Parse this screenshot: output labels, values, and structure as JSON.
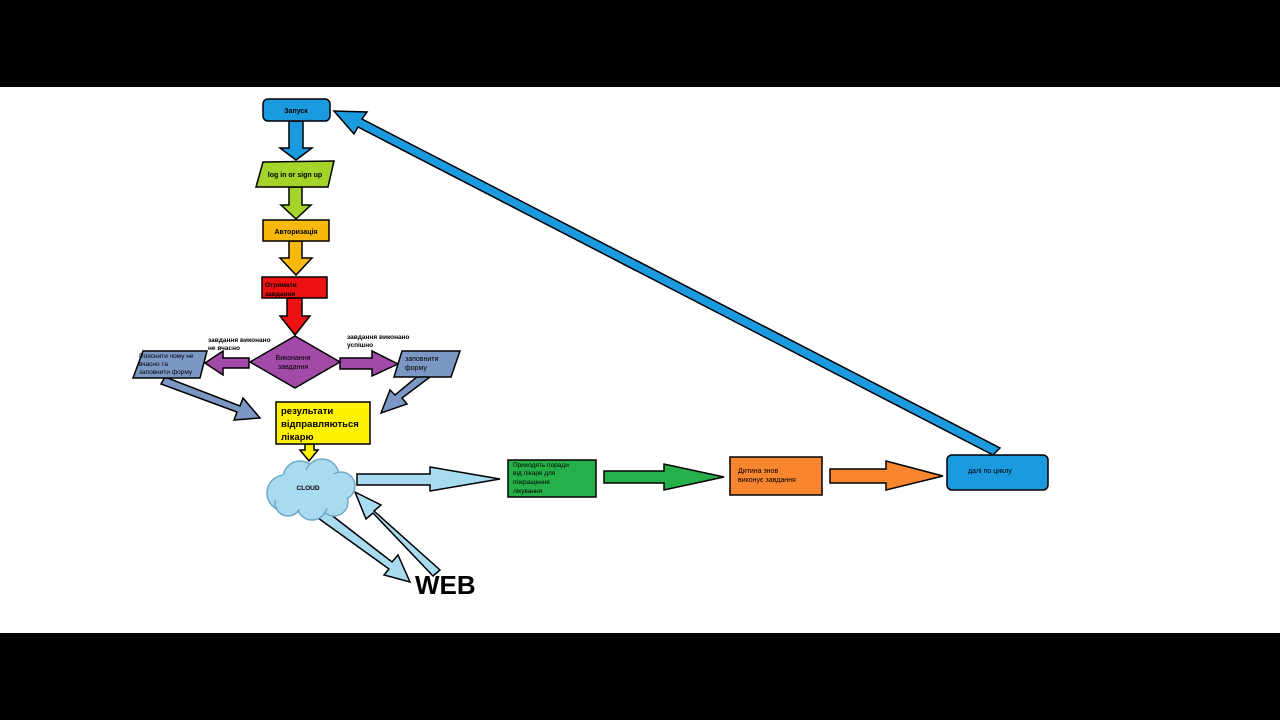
{
  "diagram": {
    "nodes": {
      "start": "Запуск",
      "login": "log in or sign up",
      "auth": "Авторизація",
      "task": [
        "Отримати",
        "завдання"
      ],
      "do_task": [
        "Виконання",
        "завдання"
      ],
      "explain": [
        "Пояснити чому не",
        "вчасно та",
        "заповнити форму"
      ],
      "fill_form": [
        "заповнити",
        "форму"
      ],
      "results": [
        "результати",
        "відправляються",
        "лікарю"
      ],
      "cloud": "CLOUD",
      "web": "WEB",
      "advice": [
        "Приходять поради",
        "від лікаря для",
        "покращення",
        "лікування"
      ],
      "repeat": [
        "Дитина знов",
        "виконує завдання"
      ],
      "loop": "далі по циклу"
    },
    "edge_labels": {
      "late": [
        "завдання виконано",
        "не вчасно"
      ],
      "success": [
        "завдання виконано",
        "успішно"
      ]
    }
  },
  "colors": {
    "blue": "#1b9ae0",
    "lime": "#a4d42a",
    "orange_yellow": "#f8b90c",
    "red": "#ee1111",
    "purple": "#a24aa8",
    "steel": "#7b97c4",
    "yellow": "#fff200",
    "light_blue": "#a9dbf0",
    "green": "#26b04a",
    "orange": "#f8862f"
  }
}
